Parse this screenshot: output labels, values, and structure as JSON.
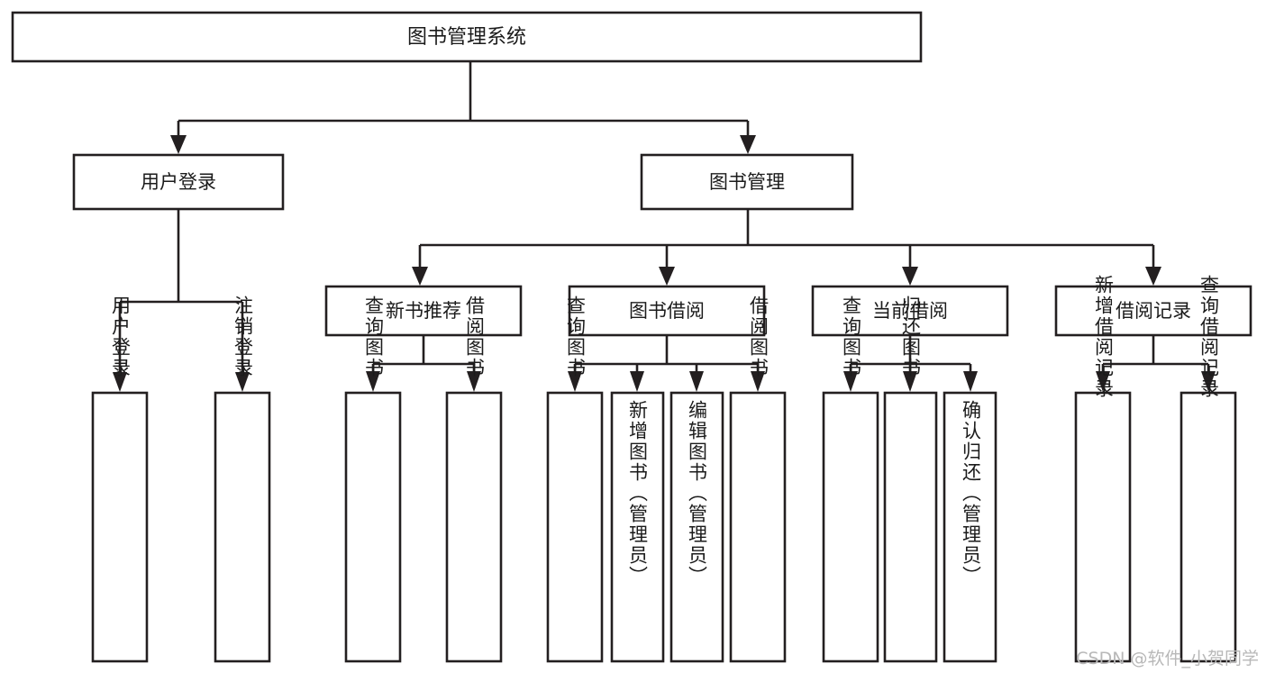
{
  "diagram": {
    "type": "tree-hierarchy",
    "title": "图书管理系统",
    "watermark": "CSDN @软件_小贺同学",
    "colors": {
      "stroke": "#231f20",
      "fill": "#ffffff",
      "text": "#1b1b1b",
      "watermark": "#b8b8b8"
    },
    "levels": [
      {
        "level": 1,
        "nodes": [
          {
            "id": "root",
            "label": "图书管理系统",
            "orientation": "horizontal"
          }
        ]
      },
      {
        "level": 2,
        "nodes": [
          {
            "id": "user-login",
            "label": "用户登录",
            "orientation": "horizontal",
            "parent": "root"
          },
          {
            "id": "book-manage",
            "label": "图书管理",
            "orientation": "horizontal",
            "parent": "root"
          }
        ]
      },
      {
        "level": 3,
        "nodes": [
          {
            "id": "new-book-rec",
            "label": "新书推荐",
            "orientation": "horizontal",
            "parent": "book-manage"
          },
          {
            "id": "book-borrow",
            "label": "图书借阅",
            "orientation": "horizontal",
            "parent": "book-manage"
          },
          {
            "id": "current-borrow",
            "label": "当前借阅",
            "orientation": "horizontal",
            "parent": "book-manage"
          },
          {
            "id": "borrow-record",
            "label": "借阅记录",
            "orientation": "horizontal",
            "parent": "book-manage"
          }
        ]
      },
      {
        "level": 4,
        "nodes": [
          {
            "id": "leaf-user-login",
            "label": "用户登录",
            "orientation": "vertical",
            "parent": "user-login"
          },
          {
            "id": "leaf-user-logout",
            "label": "注销登录",
            "orientation": "vertical",
            "parent": "user-login"
          },
          {
            "id": "leaf-query-book-1",
            "label": "查询图书",
            "orientation": "vertical",
            "parent": "new-book-rec"
          },
          {
            "id": "leaf-borrow-book-1",
            "label": "借阅图书",
            "orientation": "vertical",
            "parent": "new-book-rec"
          },
          {
            "id": "leaf-query-book-2",
            "label": "查询图书",
            "orientation": "vertical",
            "parent": "book-borrow"
          },
          {
            "id": "leaf-add-book",
            "label": "新增图书（管理员）",
            "orientation": "vertical",
            "parent": "book-borrow"
          },
          {
            "id": "leaf-edit-book",
            "label": "编辑图书（管理员）",
            "orientation": "vertical",
            "parent": "book-borrow"
          },
          {
            "id": "leaf-borrow-book-2",
            "label": "借阅图书",
            "orientation": "vertical",
            "parent": "book-borrow"
          },
          {
            "id": "leaf-query-book-3",
            "label": "查询图书",
            "orientation": "vertical",
            "parent": "current-borrow"
          },
          {
            "id": "leaf-return-book",
            "label": "归还图书",
            "orientation": "vertical",
            "parent": "current-borrow"
          },
          {
            "id": "leaf-confirm-return",
            "label": "确认归还（管理员）",
            "orientation": "vertical",
            "parent": "current-borrow"
          },
          {
            "id": "leaf-add-record",
            "label": "新增借阅记录",
            "orientation": "vertical",
            "parent": "borrow-record"
          },
          {
            "id": "leaf-query-record",
            "label": "查询借阅记录",
            "orientation": "vertical",
            "parent": "borrow-record"
          }
        ]
      }
    ]
  }
}
